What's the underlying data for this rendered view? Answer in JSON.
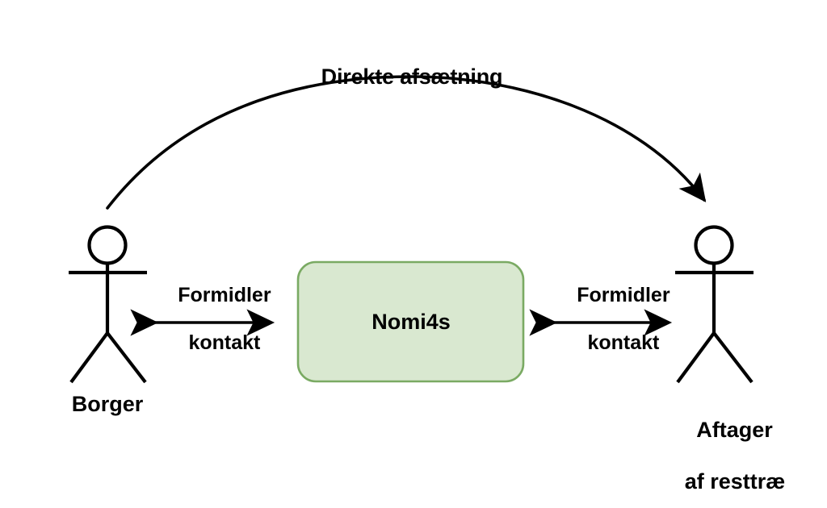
{
  "diagram": {
    "title": "Direkte afsætning",
    "background_color": "#ffffff",
    "stroke_color": "#000000",
    "nodes": {
      "left_actor": {
        "label": "Borger",
        "type": "stick-figure"
      },
      "right_actor": {
        "label_line1": "Aftager",
        "label_line2": "af resttræ",
        "type": "stick-figure"
      },
      "center_box": {
        "label": "Nomi4s",
        "fill_color": "#d9e8d0",
        "border_color": "#7aaa63",
        "text_color": "#000000"
      }
    },
    "connections": {
      "left_link": {
        "label_line1": "Formidler",
        "label_line2": "kontakt",
        "arrow_type": "double-headed"
      },
      "right_link": {
        "label_line1": "Formidler",
        "label_line2": "kontakt",
        "arrow_type": "double-headed"
      },
      "top_arc": {
        "label": "Direkte afsætning",
        "arrow_type": "single-headed-curve"
      }
    }
  }
}
